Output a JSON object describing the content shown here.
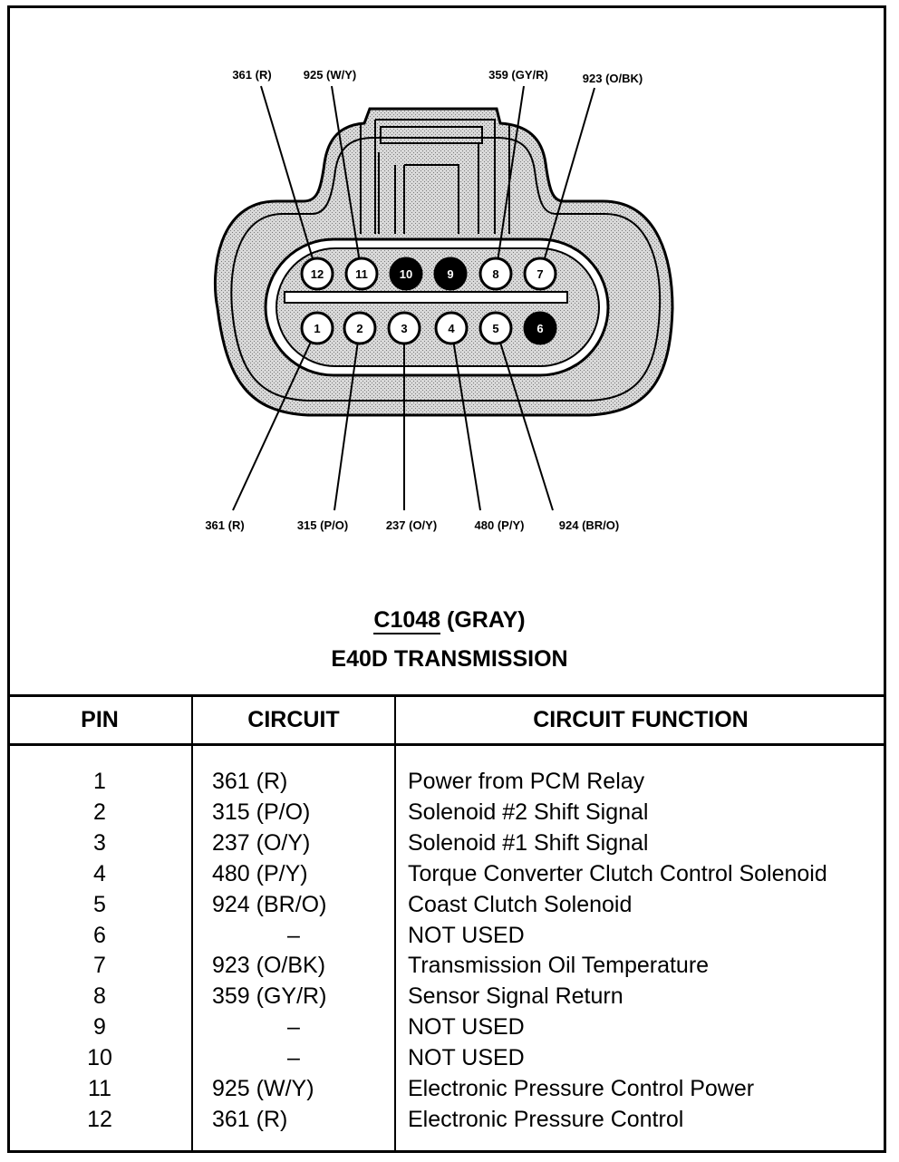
{
  "connector": {
    "id": "C1048",
    "color_label": "(GRAY)",
    "subtitle": "E40D TRANSMISSION"
  },
  "pins": [
    {
      "number": "1",
      "wire": "361 (R)",
      "used": true
    },
    {
      "number": "2",
      "wire": "315 (P/O)",
      "used": true
    },
    {
      "number": "3",
      "wire": "237 (O/Y)",
      "used": true
    },
    {
      "number": "4",
      "wire": "480 (P/Y)",
      "used": true
    },
    {
      "number": "5",
      "wire": "924 (BR/O)",
      "used": true
    },
    {
      "number": "6",
      "wire": "",
      "used": false
    },
    {
      "number": "7",
      "wire": "923 (O/BK)",
      "used": true
    },
    {
      "number": "8",
      "wire": "359 (GY/R)",
      "used": true
    },
    {
      "number": "9",
      "wire": "",
      "used": false
    },
    {
      "number": "10",
      "wire": "",
      "used": false
    },
    {
      "number": "11",
      "wire": "925 (W/Y)",
      "used": true
    },
    {
      "number": "12",
      "wire": "361 (R)",
      "used": true
    }
  ],
  "table": {
    "headers": {
      "pin": "PIN",
      "circuit": "CIRCUIT",
      "function": "CIRCUIT FUNCTION"
    },
    "rows": [
      {
        "pin": "1",
        "circuit": "361 (R)",
        "function": "Power from PCM Relay"
      },
      {
        "pin": "2",
        "circuit": "315 (P/O)",
        "function": "Solenoid #2 Shift Signal"
      },
      {
        "pin": "3",
        "circuit": "237 (O/Y)",
        "function": "Solenoid #1 Shift Signal"
      },
      {
        "pin": "4",
        "circuit": "480 (P/Y)",
        "function": "Torque Converter Clutch Control Solenoid"
      },
      {
        "pin": "5",
        "circuit": "924 (BR/O)",
        "function": "Coast Clutch Solenoid"
      },
      {
        "pin": "6",
        "circuit": "–",
        "function": "NOT USED"
      },
      {
        "pin": "7",
        "circuit": "923 (O/BK)",
        "function": "Transmission Oil Temperature"
      },
      {
        "pin": "8",
        "circuit": "359 (GY/R)",
        "function": "Sensor Signal Return"
      },
      {
        "pin": "9",
        "circuit": "–",
        "function": "NOT USED"
      },
      {
        "pin": "10",
        "circuit": "–",
        "function": "NOT USED"
      },
      {
        "pin": "11",
        "circuit": "925 (W/Y)",
        "function": "Electronic Pressure Control Power"
      },
      {
        "pin": "12",
        "circuit": "361 (R)",
        "function": "Electronic Pressure Control"
      }
    ]
  }
}
